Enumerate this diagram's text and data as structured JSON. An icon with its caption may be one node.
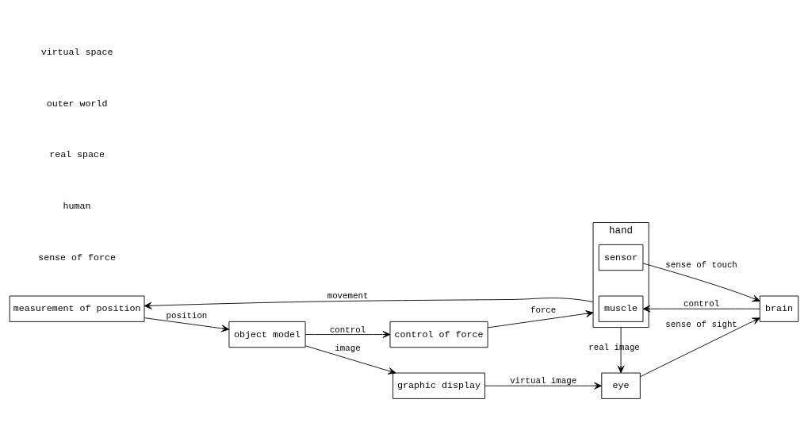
{
  "diagram": {
    "nodes": [
      {
        "text": [
          "hand"
        ]
      },
      {
        "text": [
          "muscle"
        ],
        "in": 0
      },
      {
        "text": [
          "sensor"
        ],
        "in": 0
      },
      {
        "text": [
          "brain"
        ]
      },
      {
        "text": [
          "eye"
        ]
      },
      {
        "text": [
          "measurement of position"
        ]
      },
      {
        "text": [
          "control of force"
        ]
      },
      {
        "text": [
          "object model"
        ]
      },
      {
        "text": [
          "graphic display"
        ]
      }
    ],
    "edges": [
      {
        "from": 3,
        "to": 1,
        "arrow": "to",
        "label": "control"
      },
      {
        "from": 0,
        "to": 5,
        "arrow": "to",
        "label": "movement"
      },
      {
        "from": 5,
        "to": 7,
        "arrow": "to",
        "label": "position"
      },
      {
        "from": 7,
        "to": 6,
        "arrow": "to",
        "label": "control"
      },
      {
        "from": 6,
        "to": 0,
        "arrow": "to",
        "label": "force"
      },
      {
        "from": 2,
        "to": 3,
        "arrow": "to",
        "label": "sense of touch"
      },
      {
        "from": 0,
        "to": 4,
        "arrow": "to",
        "label": "real image"
      },
      {
        "from": 7,
        "to": 8,
        "arrow": "to",
        "label": "image"
      },
      {
        "from": 8,
        "to": 4,
        "arrow": "to",
        "label": "virtual image"
      },
      {
        "from": 4,
        "to": 3,
        "arrow": "to",
        "label": "sense of sight"
      }
    ],
    "labels": [
      "sense of force",
      "human",
      "real space",
      "outer world",
      "virtual space"
    ]
  }
}
